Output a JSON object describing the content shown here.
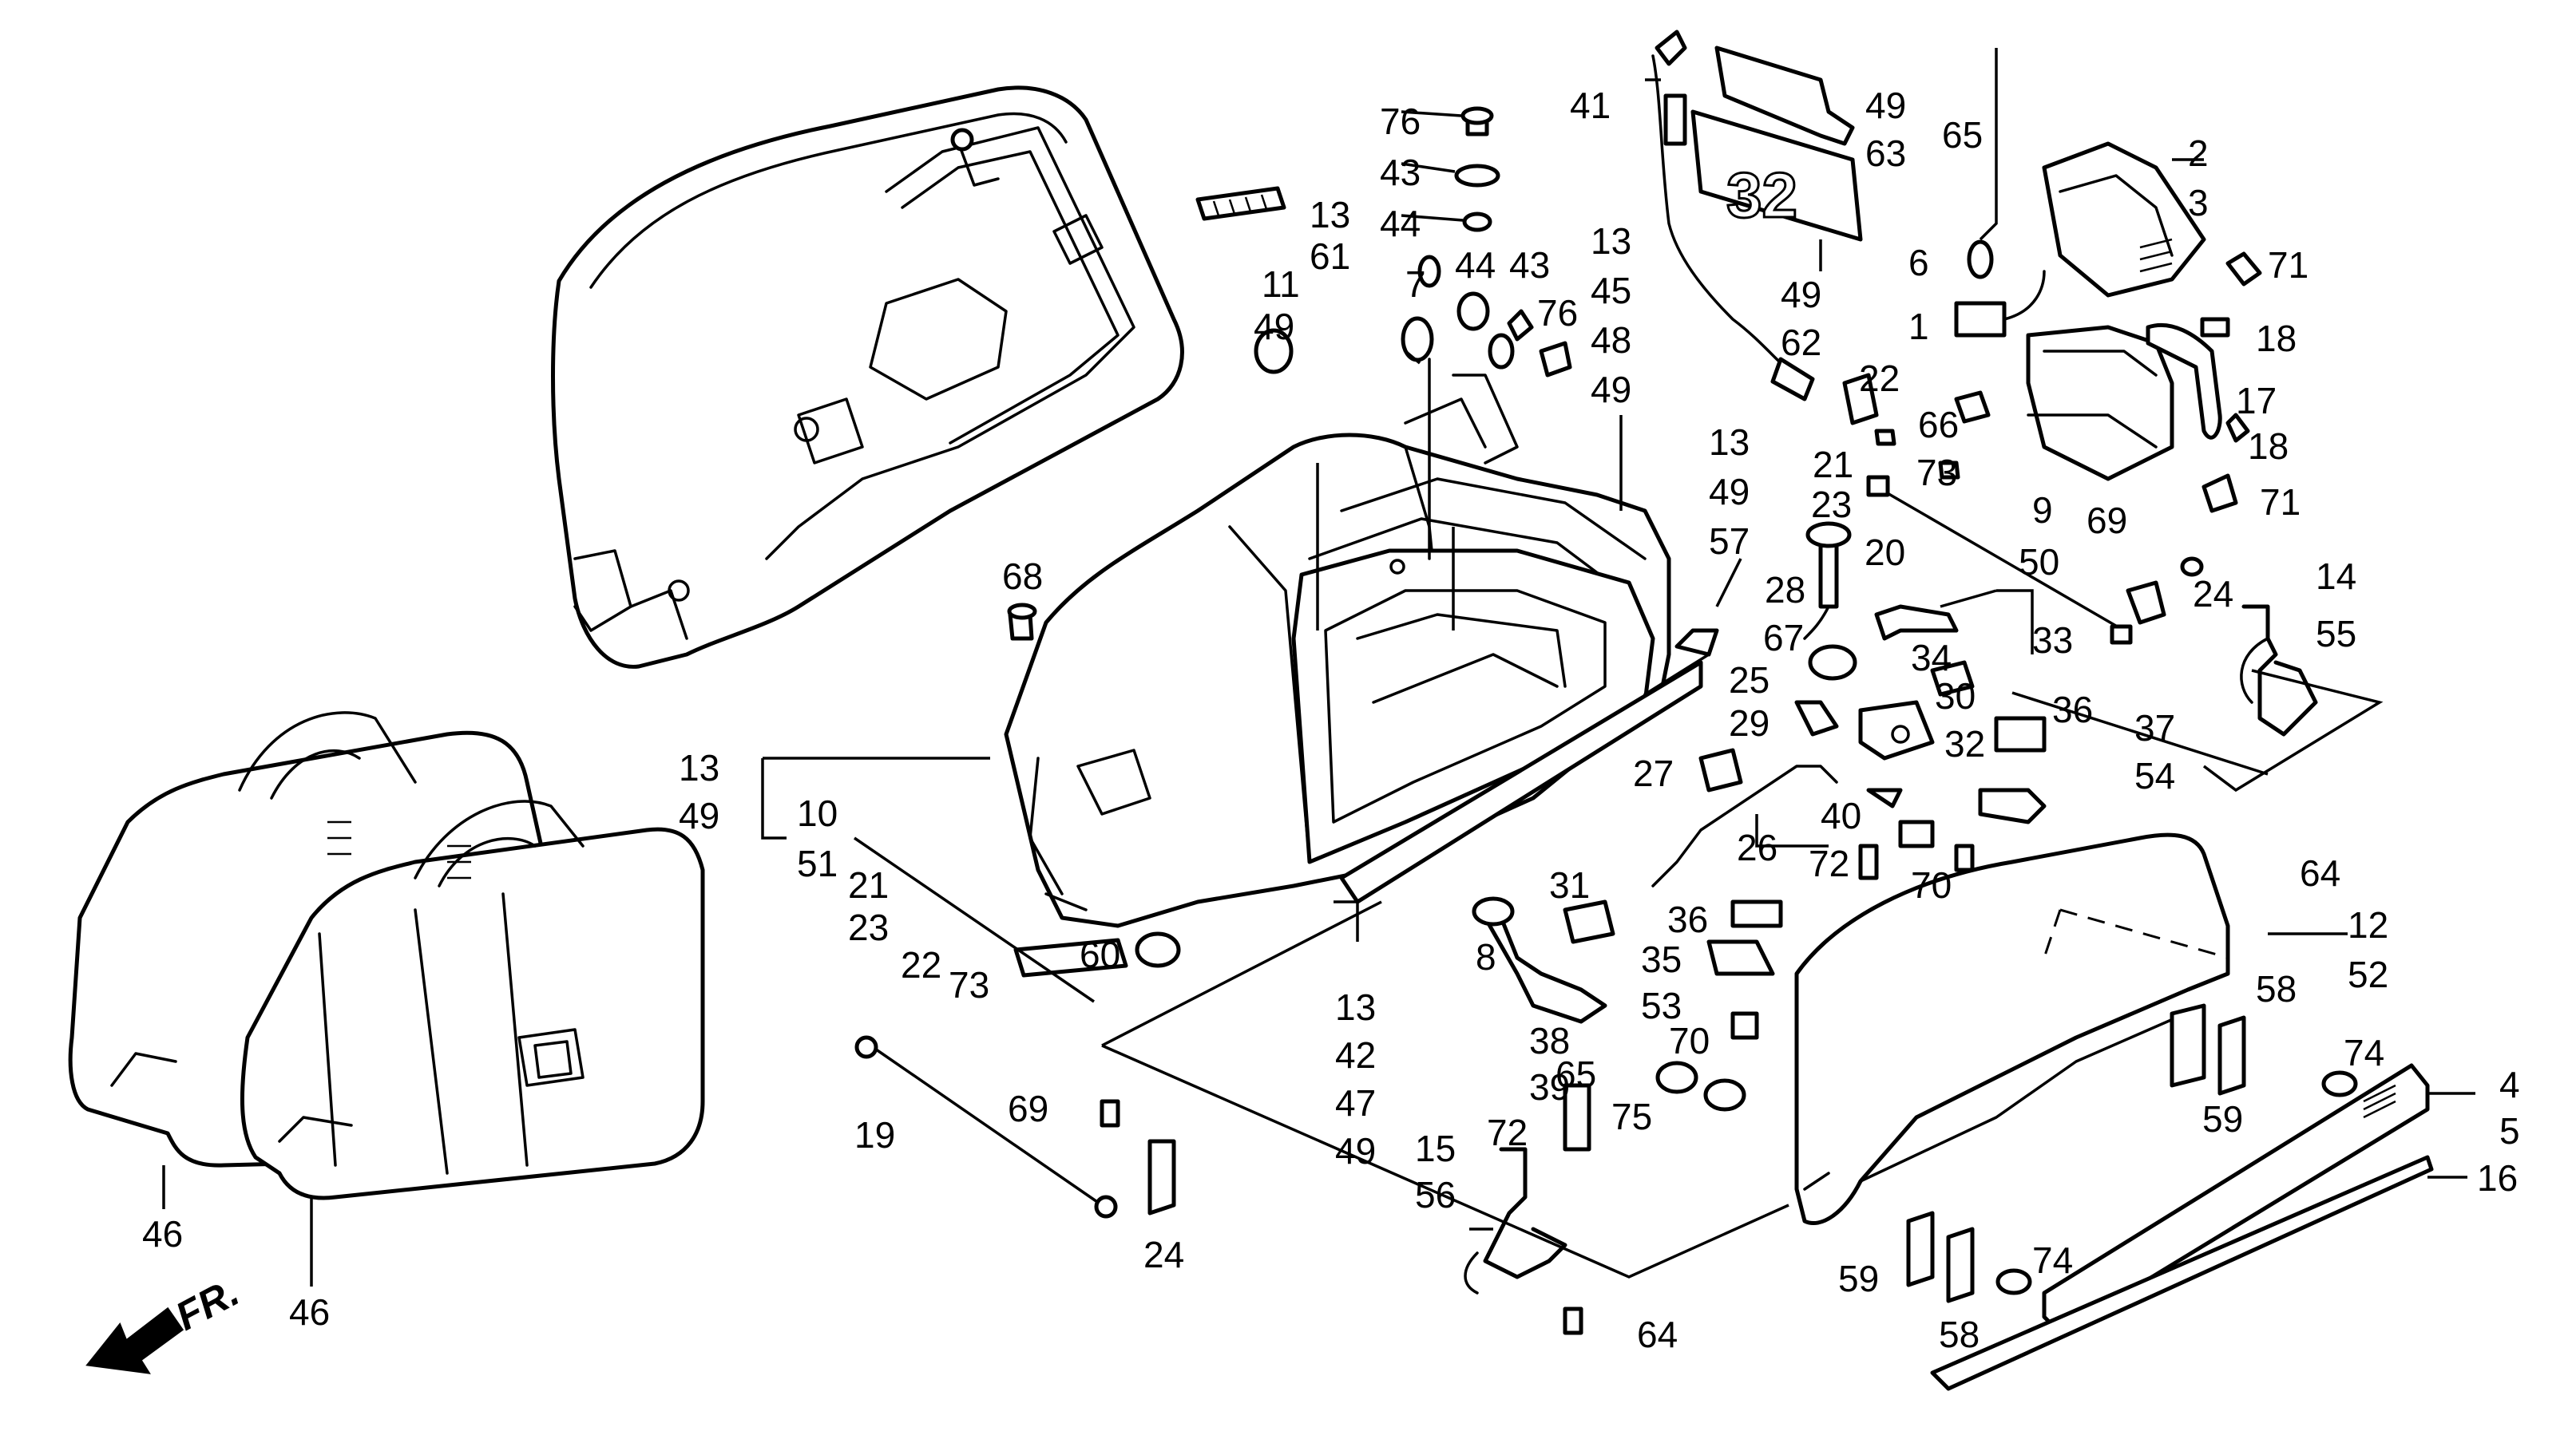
{
  "diagram": {
    "direction_label": "FR.",
    "plate_text": "32",
    "callouts": [
      {
        "id": "c76a",
        "lines": [
          "76"
        ]
      },
      {
        "id": "c43a",
        "lines": [
          "43"
        ]
      },
      {
        "id": "c44a",
        "lines": [
          "44"
        ]
      },
      {
        "id": "c13_61",
        "lines": [
          "13",
          "61"
        ]
      },
      {
        "id": "c11",
        "lines": [
          "11"
        ]
      },
      {
        "id": "c49a",
        "lines": [
          "49"
        ]
      },
      {
        "id": "c7",
        "lines": [
          "7"
        ]
      },
      {
        "id": "c44b",
        "lines": [
          "44"
        ]
      },
      {
        "id": "c43b",
        "lines": [
          "43"
        ]
      },
      {
        "id": "c76b",
        "lines": [
          "76"
        ]
      },
      {
        "id": "c13_45",
        "lines": [
          "13",
          "45",
          "48",
          "49"
        ]
      },
      {
        "id": "c41",
        "lines": [
          "41"
        ]
      },
      {
        "id": "c49_63",
        "lines": [
          "49",
          "63"
        ]
      },
      {
        "id": "c65a",
        "lines": [
          "65"
        ]
      },
      {
        "id": "c2_3",
        "lines": [
          "2",
          "3"
        ]
      },
      {
        "id": "c6",
        "lines": [
          "6"
        ]
      },
      {
        "id": "c71a",
        "lines": [
          "71"
        ]
      },
      {
        "id": "c1",
        "lines": [
          "1"
        ]
      },
      {
        "id": "c18a",
        "lines": [
          "18"
        ]
      },
      {
        "id": "c49_62",
        "lines": [
          "49",
          "62"
        ]
      },
      {
        "id": "c22a",
        "lines": [
          "22"
        ]
      },
      {
        "id": "c17",
        "lines": [
          "17"
        ]
      },
      {
        "id": "c66",
        "lines": [
          "66"
        ]
      },
      {
        "id": "c18b",
        "lines": [
          "18"
        ]
      },
      {
        "id": "c21a",
        "lines": [
          "21"
        ]
      },
      {
        "id": "c73a",
        "lines": [
          "73"
        ]
      },
      {
        "id": "c23a",
        "lines": [
          "23"
        ]
      },
      {
        "id": "c9",
        "lines": [
          "9"
        ]
      },
      {
        "id": "c71b",
        "lines": [
          "71"
        ]
      },
      {
        "id": "c13_49_57",
        "lines": [
          "13",
          "49",
          "57"
        ]
      },
      {
        "id": "c20",
        "lines": [
          "20"
        ]
      },
      {
        "id": "c69a",
        "lines": [
          "69"
        ]
      },
      {
        "id": "c50",
        "lines": [
          "50"
        ]
      },
      {
        "id": "c68",
        "lines": [
          "68"
        ]
      },
      {
        "id": "c28",
        "lines": [
          "28"
        ]
      },
      {
        "id": "c24a",
        "lines": [
          "24"
        ]
      },
      {
        "id": "c14_55",
        "lines": [
          "14",
          "55"
        ]
      },
      {
        "id": "c67",
        "lines": [
          "67"
        ]
      },
      {
        "id": "c33",
        "lines": [
          "33"
        ]
      },
      {
        "id": "c34",
        "lines": [
          "34"
        ]
      },
      {
        "id": "c25",
        "lines": [
          "25"
        ]
      },
      {
        "id": "c30",
        "lines": [
          "30"
        ]
      },
      {
        "id": "c29",
        "lines": [
          "29"
        ]
      },
      {
        "id": "c36a",
        "lines": [
          "36"
        ]
      },
      {
        "id": "c32",
        "lines": [
          "32"
        ]
      },
      {
        "id": "c37_54",
        "lines": [
          "37",
          "54"
        ]
      },
      {
        "id": "c13_49",
        "lines": [
          "13",
          "49"
        ]
      },
      {
        "id": "c27",
        "lines": [
          "27"
        ]
      },
      {
        "id": "c10",
        "lines": [
          "10"
        ]
      },
      {
        "id": "c40",
        "lines": [
          "40"
        ]
      },
      {
        "id": "c51",
        "lines": [
          "51"
        ]
      },
      {
        "id": "c26",
        "lines": [
          "26"
        ]
      },
      {
        "id": "c72a",
        "lines": [
          "72"
        ]
      },
      {
        "id": "c70a",
        "lines": [
          "70"
        ]
      },
      {
        "id": "c64a",
        "lines": [
          "64"
        ]
      },
      {
        "id": "c21b",
        "lines": [
          "21"
        ]
      },
      {
        "id": "c31",
        "lines": [
          "31"
        ]
      },
      {
        "id": "c12_52",
        "lines": [
          "12",
          "52"
        ]
      },
      {
        "id": "c23b",
        "lines": [
          "23"
        ]
      },
      {
        "id": "c60",
        "lines": [
          "60"
        ]
      },
      {
        "id": "c36b",
        "lines": [
          "36"
        ]
      },
      {
        "id": "c22b",
        "lines": [
          "22"
        ]
      },
      {
        "id": "c73b",
        "lines": [
          "73"
        ]
      },
      {
        "id": "c8",
        "lines": [
          "8"
        ]
      },
      {
        "id": "c35_53",
        "lines": [
          "35",
          "53"
        ]
      },
      {
        "id": "c58a",
        "lines": [
          "58"
        ]
      },
      {
        "id": "c13_42",
        "lines": [
          "13",
          "42",
          "47",
          "49"
        ]
      },
      {
        "id": "c70b",
        "lines": [
          "70"
        ]
      },
      {
        "id": "c74a",
        "lines": [
          "74"
        ]
      },
      {
        "id": "c38",
        "lines": [
          "38"
        ]
      },
      {
        "id": "c4_5",
        "lines": [
          "4",
          "5"
        ]
      },
      {
        "id": "c65b",
        "lines": [
          "65"
        ]
      },
      {
        "id": "c39",
        "lines": [
          "39"
        ]
      },
      {
        "id": "c75",
        "lines": [
          "75"
        ]
      },
      {
        "id": "c69b",
        "lines": [
          "69"
        ]
      },
      {
        "id": "c19",
        "lines": [
          "19"
        ]
      },
      {
        "id": "c59a",
        "lines": [
          "59"
        ]
      },
      {
        "id": "c72b",
        "lines": [
          "72"
        ]
      },
      {
        "id": "c16",
        "lines": [
          "16"
        ]
      },
      {
        "id": "c15_56",
        "lines": [
          "15",
          "56"
        ]
      },
      {
        "id": "c46a",
        "lines": [
          "46"
        ]
      },
      {
        "id": "c24b",
        "lines": [
          "24"
        ]
      },
      {
        "id": "c74b",
        "lines": [
          "74"
        ]
      },
      {
        "id": "c59b",
        "lines": [
          "59"
        ]
      },
      {
        "id": "c46b",
        "lines": [
          "46"
        ]
      },
      {
        "id": "c64b",
        "lines": [
          "64"
        ]
      },
      {
        "id": "c58b",
        "lines": [
          "58"
        ]
      }
    ]
  }
}
